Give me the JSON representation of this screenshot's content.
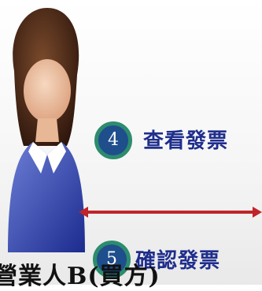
{
  "steps": [
    {
      "number": "4",
      "label": "查看發票"
    },
    {
      "number": "5",
      "label": "確認發票"
    }
  ],
  "caption": "營業人B(買方)",
  "colors": {
    "badge_fill": "#1f4e8c",
    "badge_ring": "#2d8c6e",
    "label_text": "#1f2e8c",
    "arrow": "#c0242a"
  }
}
